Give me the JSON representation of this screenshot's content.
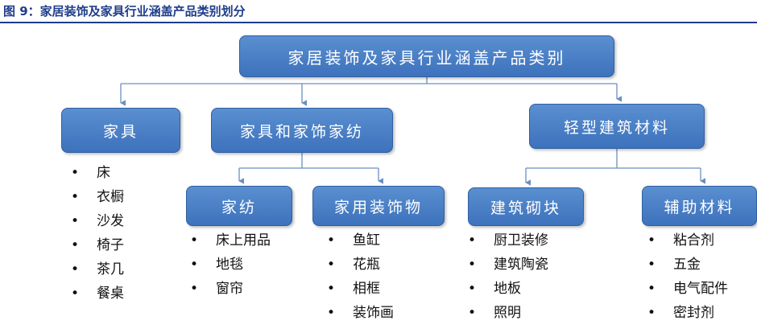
{
  "figure": {
    "title": "图 9：家居装饰及家具行业涵盖产品类别划分"
  },
  "nodes": {
    "root": "家居装饰及家具行业涵盖产品类别",
    "furniture": "家具",
    "home_deco_textile": "家具和家饰家纺",
    "light_building": "轻型建筑材料",
    "textile": "家纺",
    "home_decor": "家用装饰物",
    "building_blocks": "建筑砌块",
    "auxiliary": "辅助材料"
  },
  "lists": {
    "furniture": [
      "床",
      "衣橱",
      "沙发",
      "椅子",
      "茶几",
      "餐桌"
    ],
    "textile": [
      "床上用品",
      "地毯",
      "窗帘"
    ],
    "home_decor": [
      "鱼缸",
      "花瓶",
      "相框",
      "装饰画"
    ],
    "building_blocks": [
      "厨卫装修",
      "建筑陶瓷",
      "地板",
      "照明"
    ],
    "auxiliary": [
      "粘合剂",
      "五金",
      "电气配件",
      "密封剂"
    ]
  },
  "colors": {
    "node_fill": "#4a80c8",
    "node_border": "#2f5f9f",
    "title": "#1f3d8a",
    "connector": "#6c8fc0"
  }
}
